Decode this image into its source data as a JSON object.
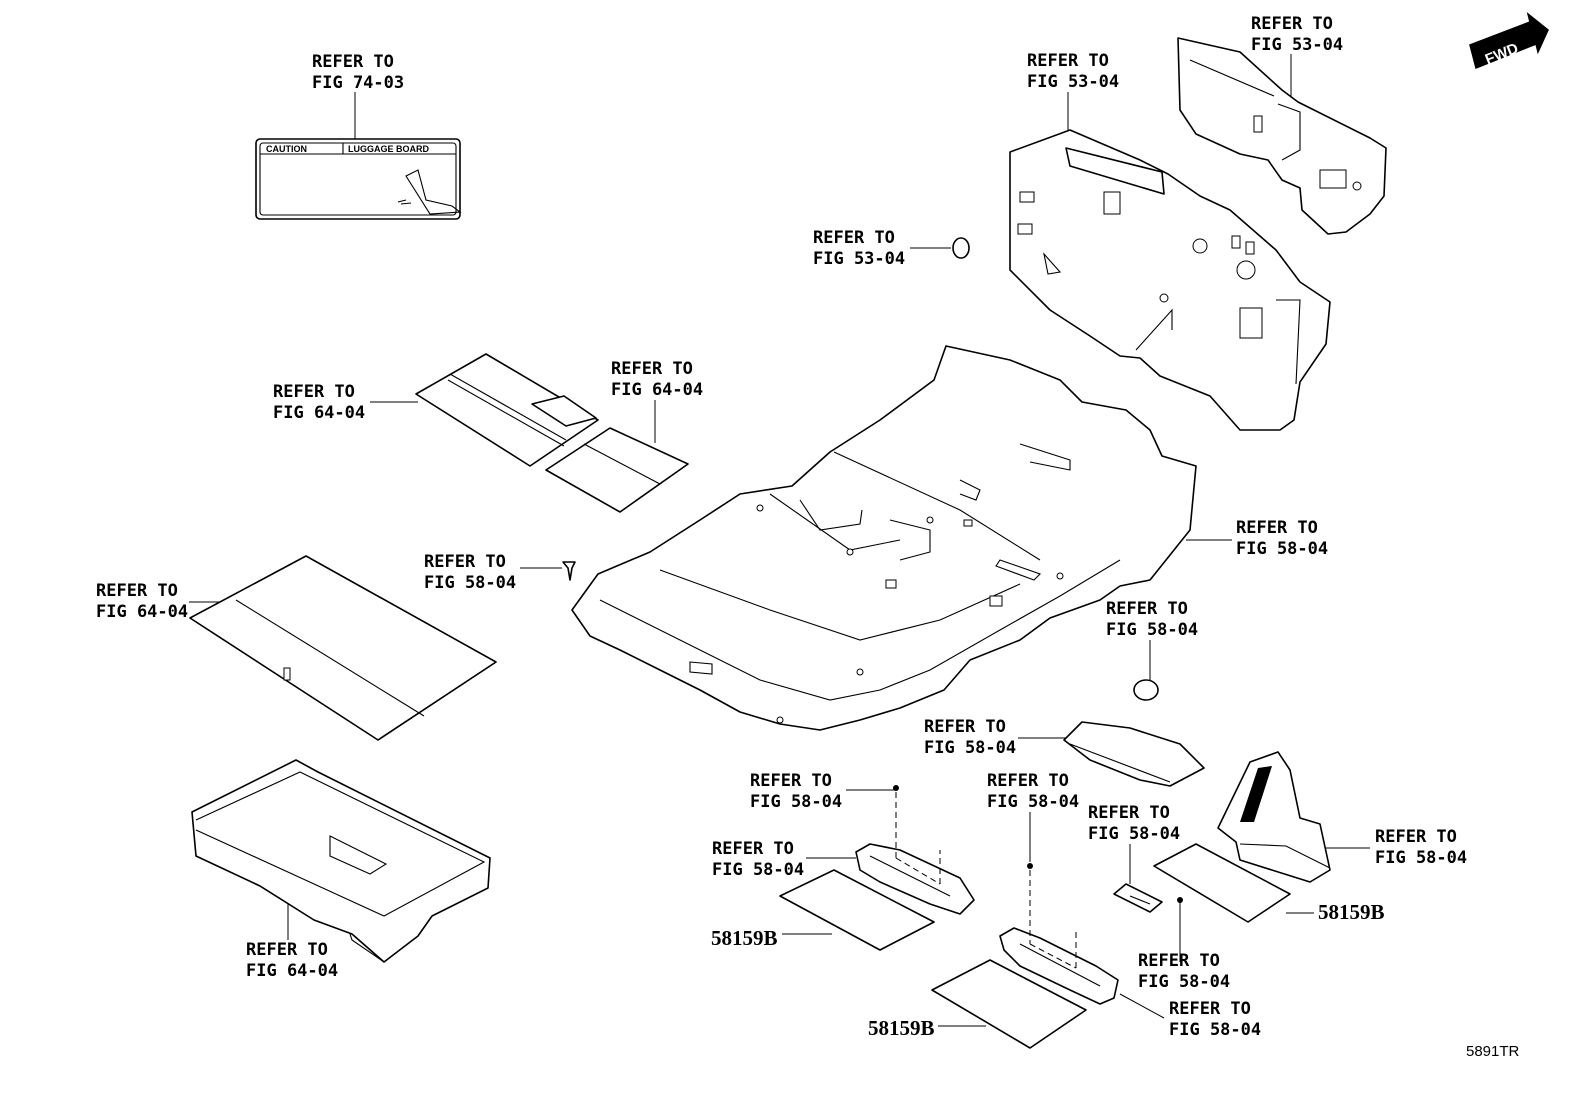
{
  "callouts": [
    {
      "id": "c1",
      "lines": [
        "REFER TO",
        "FIG 74-03"
      ]
    },
    {
      "id": "c2",
      "lines": [
        "REFER TO",
        "FIG 53-04"
      ]
    },
    {
      "id": "c3",
      "lines": [
        "REFER TO",
        "FIG 53-04"
      ]
    },
    {
      "id": "c4",
      "lines": [
        "REFER TO",
        "FIG 53-04"
      ]
    },
    {
      "id": "c5",
      "lines": [
        "REFER TO",
        "FIG 64-04"
      ]
    },
    {
      "id": "c6",
      "lines": [
        "REFER TO",
        "FIG 64-04"
      ]
    },
    {
      "id": "c7",
      "lines": [
        "REFER TO",
        "FIG 64-04"
      ]
    },
    {
      "id": "c8",
      "lines": [
        "REFER TO",
        "FIG 58-04"
      ]
    },
    {
      "id": "c9",
      "lines": [
        "REFER TO",
        "FIG 58-04"
      ]
    },
    {
      "id": "c10",
      "lines": [
        "REFER TO",
        "FIG 58-04"
      ]
    },
    {
      "id": "c11",
      "lines": [
        "REFER TO",
        "FIG 58-04"
      ]
    },
    {
      "id": "c12",
      "lines": [
        "REFER TO",
        "FIG 58-04"
      ]
    },
    {
      "id": "c13",
      "lines": [
        "REFER TO",
        "FIG 58-04"
      ]
    },
    {
      "id": "c14",
      "lines": [
        "REFER TO",
        "FIG 58-04"
      ]
    },
    {
      "id": "c15",
      "lines": [
        "REFER TO",
        "FIG 58-04"
      ]
    },
    {
      "id": "c16",
      "lines": [
        "REFER TO",
        "FIG 58-04"
      ]
    },
    {
      "id": "c17",
      "lines": [
        "REFER TO",
        "FIG 58-04"
      ]
    },
    {
      "id": "c18",
      "lines": [
        "REFER TO",
        "FIG 58-04"
      ]
    },
    {
      "id": "c19",
      "lines": [
        "REFER TO",
        "FIG 64-04"
      ]
    }
  ],
  "part_numbers": [
    "58159B",
    "58159B",
    "58159B"
  ],
  "caution_label": {
    "left": "CAUTION",
    "right": "LUGGAGE BOARD"
  },
  "fwd_arrow": "FWD",
  "diagram_code": "5891TR"
}
